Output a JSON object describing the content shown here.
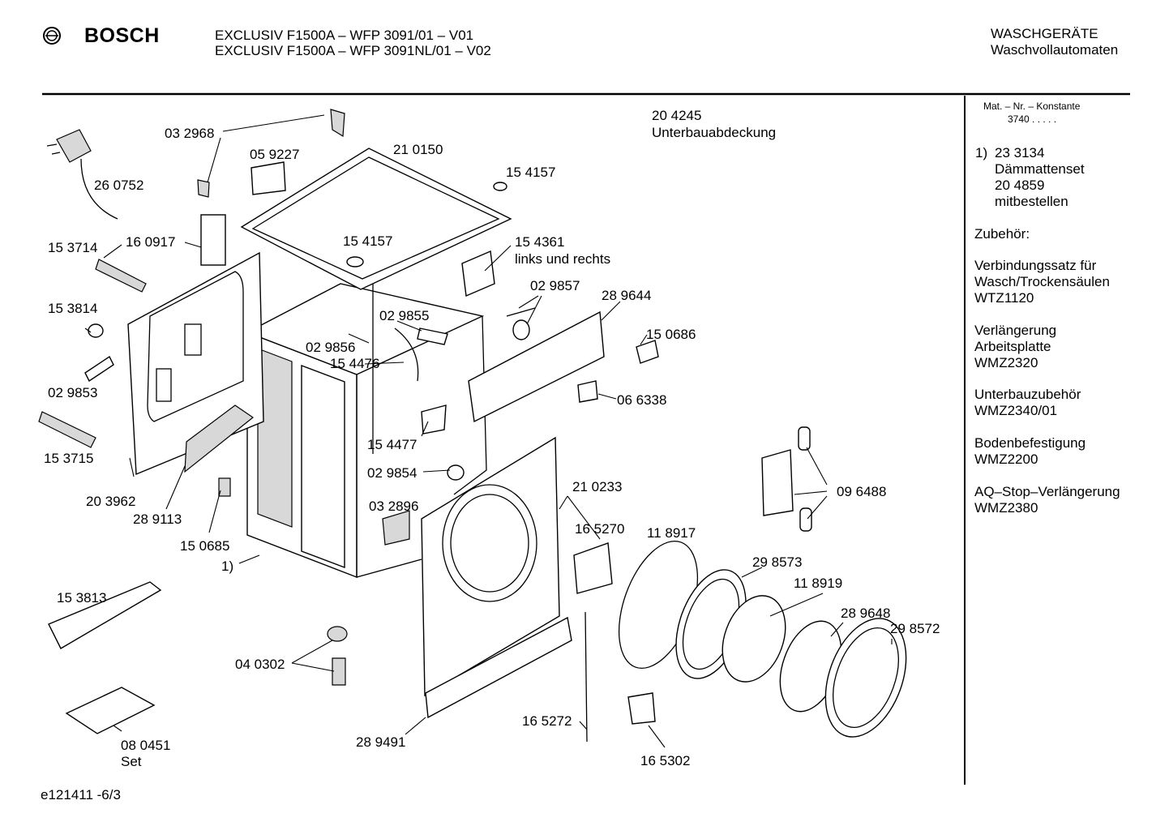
{
  "header": {
    "brand": "BOSCH",
    "model_line_1": "EXCLUSIV F1500A – WFP 3091/01 – V01",
    "model_line_2": "EXCLUSIV F1500A – WFP 3091NL/01 – V02",
    "category_1": "WASCHGERÄTE",
    "category_2": "Waschvollautomaten"
  },
  "sidebar": {
    "mat_nr": "Mat. – Nr. – Konstante",
    "konstante": "3740  .  .  .  .  .",
    "note_1_num": "1)",
    "note_1_lines": [
      "23 3134",
      "Dämmattenset",
      "20 4859",
      "mitbestellen"
    ],
    "zubehoer": "Zubehör:",
    "accessories": [
      {
        "l1": "Verbindungssatz für",
        "l2": "Wasch/Trockensäulen",
        "l3": "WTZ1120"
      },
      {
        "l1": "Verlängerung",
        "l2": "Arbeitsplatte",
        "l3": "WMZ2320"
      },
      {
        "l1": "Unterbauzubehör",
        "l2": "WMZ2340/01"
      },
      {
        "l1": "Bodenbefestigung",
        "l2": "WMZ2200"
      },
      {
        "l1": "AQ–Stop–Verlängerung",
        "l2": "WMZ2380"
      }
    ]
  },
  "parts": [
    "03 2968",
    "05 9227",
    "21 0150",
    "20 4245",
    "Unterbauabdeckung",
    "26 0752",
    "15 4157",
    "15 4157",
    "15 3714",
    "16 0917",
    "15 4361",
    "links und rechts",
    "15 3814",
    "02 9857",
    "28 9644",
    "02 9855",
    "15 0686",
    "02 9856",
    "15 4476",
    "02 9853",
    "06 6338",
    "15 4477",
    "15 3715",
    "02 9854",
    "21 0233",
    "20 3962",
    "09 6488",
    "28 9113",
    "03 2896",
    "16 5270",
    "11 8917",
    "15 0685",
    "1)",
    "29 8573",
    "11 8919",
    "15 3813",
    "28 9648",
    "29 8572",
    "04 0302",
    "16 5272",
    "08 0451",
    "Set",
    "28 9491",
    "16 5302"
  ],
  "footer": {
    "code": "e121411 -6/3"
  }
}
